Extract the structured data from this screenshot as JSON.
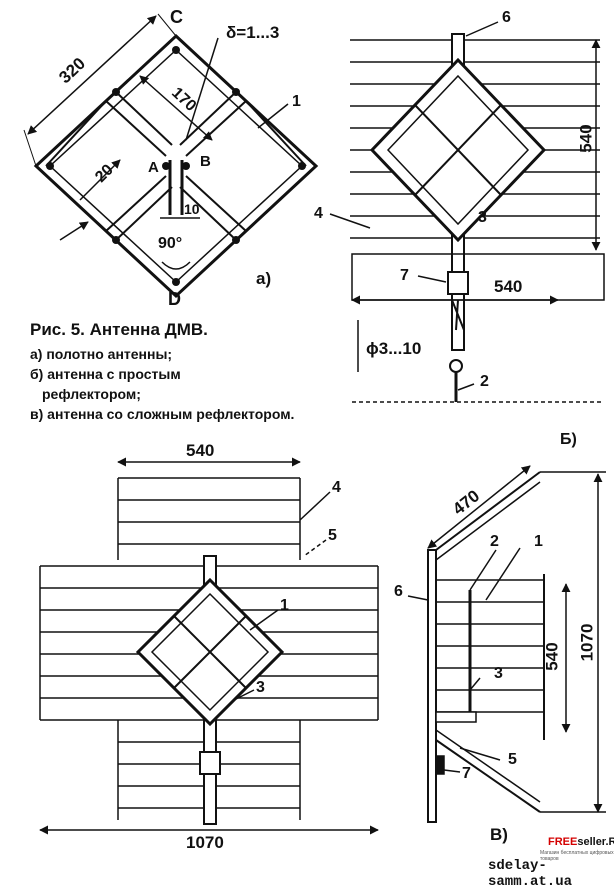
{
  "labels": {
    "a": {
      "c": "C",
      "d": "D",
      "a": "A",
      "b": "B",
      "delta": "δ=1...3",
      "dim320": "320",
      "dim170": "170",
      "dim20": "20",
      "dim10": "10",
      "angle": "90°",
      "n1": "1",
      "panel": "а)"
    },
    "b": {
      "n6": "6",
      "n4": "4",
      "n3": "3",
      "n7": "7",
      "n2": "2",
      "dim540v": "540",
      "dim540h": "540",
      "phi": "ϕ3...10",
      "panel": "Б)"
    },
    "c": {
      "dim540": "540",
      "dim1070": "1070",
      "n4": "4",
      "n5": "5",
      "n1": "1",
      "n3": "3"
    },
    "d": {
      "dim470": "470",
      "dim540": "540",
      "dim1070": "1070",
      "n6": "6",
      "n2": "2",
      "n1": "1",
      "n3": "3",
      "n5": "5",
      "n7": "7",
      "panel": "В)"
    }
  },
  "caption": {
    "title": "Рис. 5. Антенна ДМВ.",
    "lines": [
      "а) полотно антенны;",
      "б) антенна с простым",
      "рефлектором;",
      "в) антенна со сложным рефлектором."
    ]
  },
  "watermark": {
    "brand_free": "FREE",
    "brand_rest": "seller.RV",
    "tagline": "Магазин бесплатных цифровых товаров",
    "site": "sdelay-samm.at.ua"
  },
  "colors": {
    "ink": "#111111",
    "brand_red": "#d40000"
  }
}
